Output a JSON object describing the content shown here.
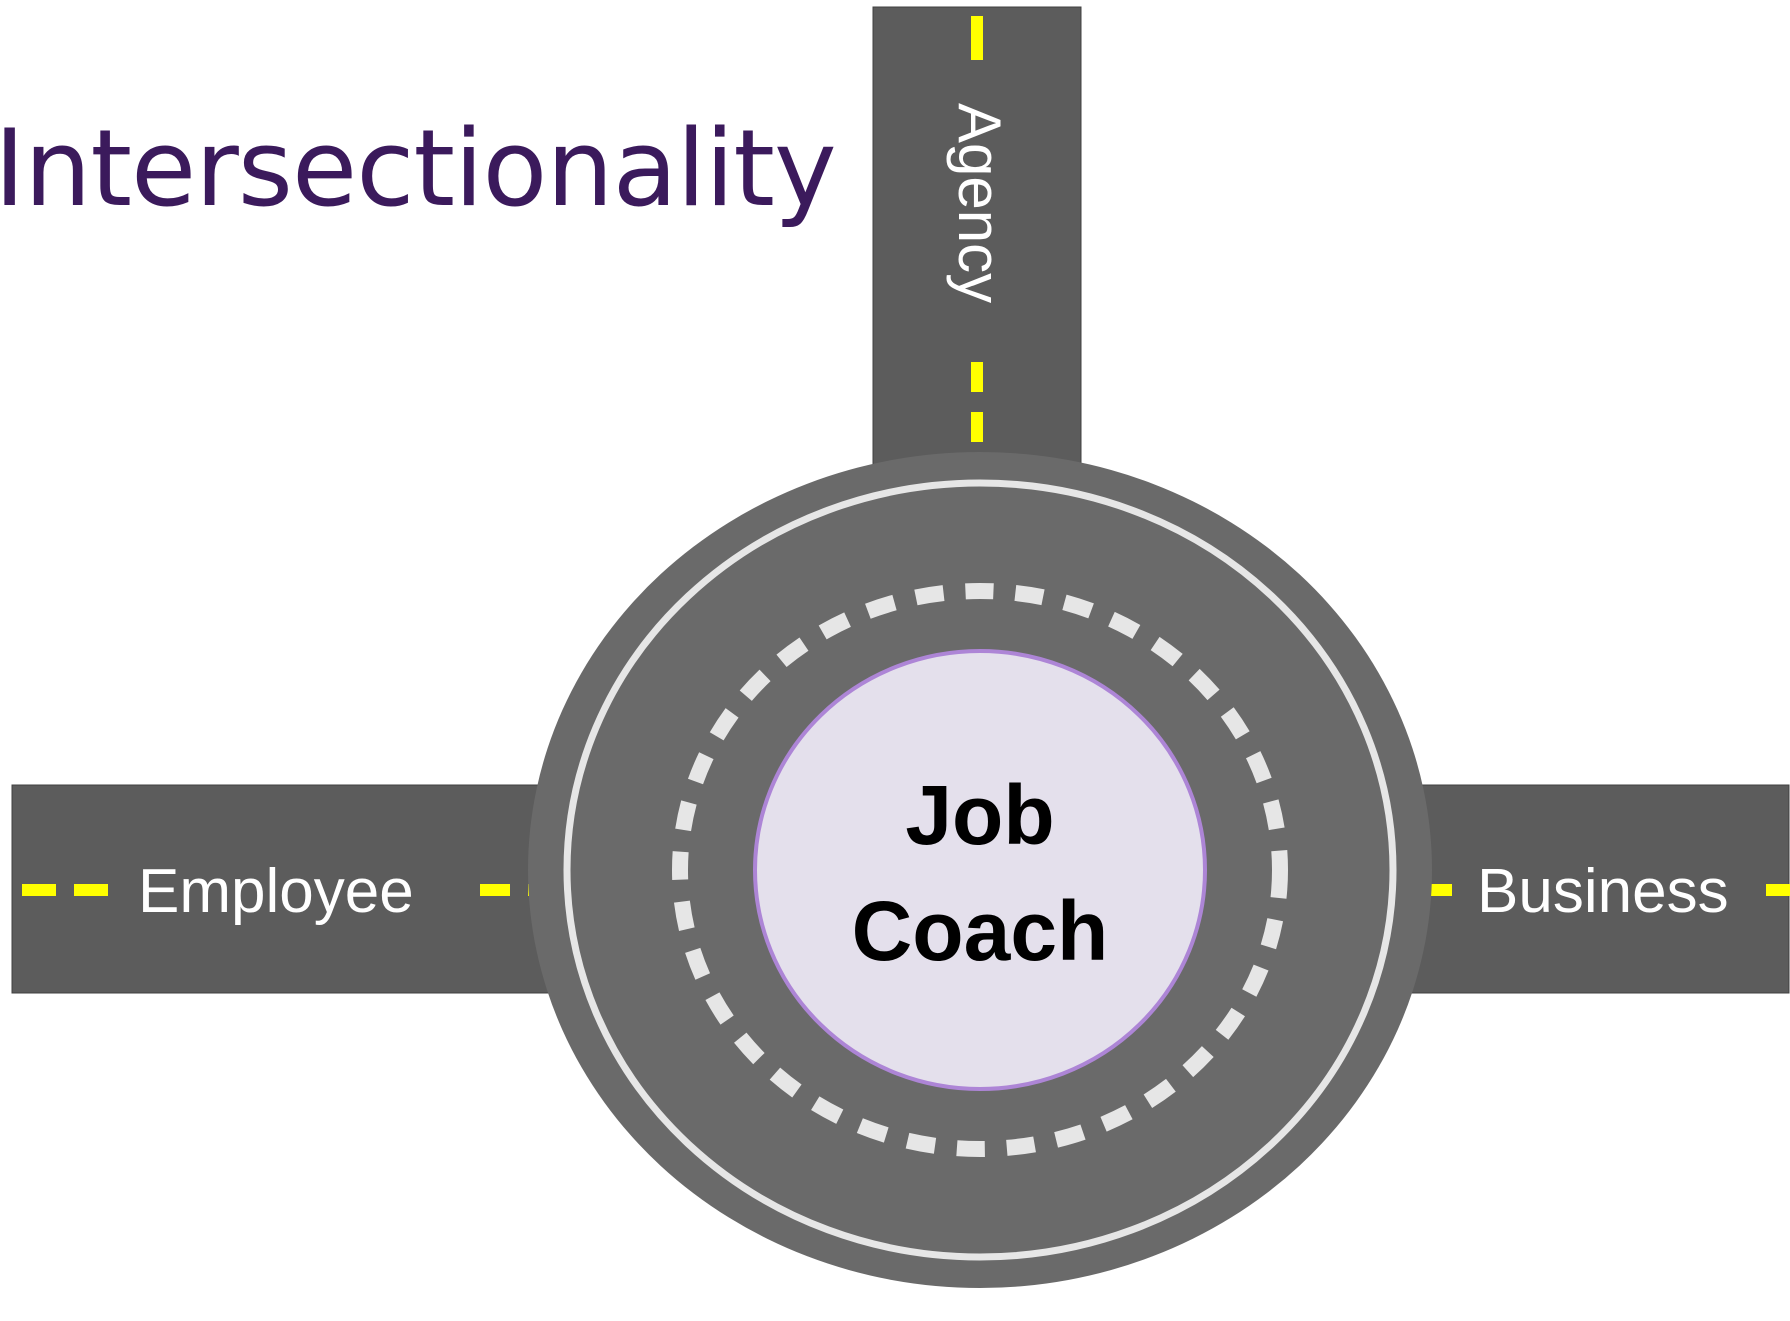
{
  "title": "Intersectionality",
  "roads": {
    "top": {
      "label": "Agency"
    },
    "left": {
      "label": "Employee"
    },
    "right": {
      "label": "Business"
    }
  },
  "center": {
    "line1": "Job",
    "line2": "Coach"
  },
  "colors": {
    "title": "#3b1a5c",
    "asphalt": "#5c5c5c",
    "roundabout": "#6a6a6a",
    "lane_marking_yellow": "#ffff00",
    "lane_marking_white": "#e6e6e6",
    "center_fill": "#e4e0ec",
    "center_border": "#ad85d6",
    "road_label": "#ffffff",
    "center_label": "#000000"
  }
}
